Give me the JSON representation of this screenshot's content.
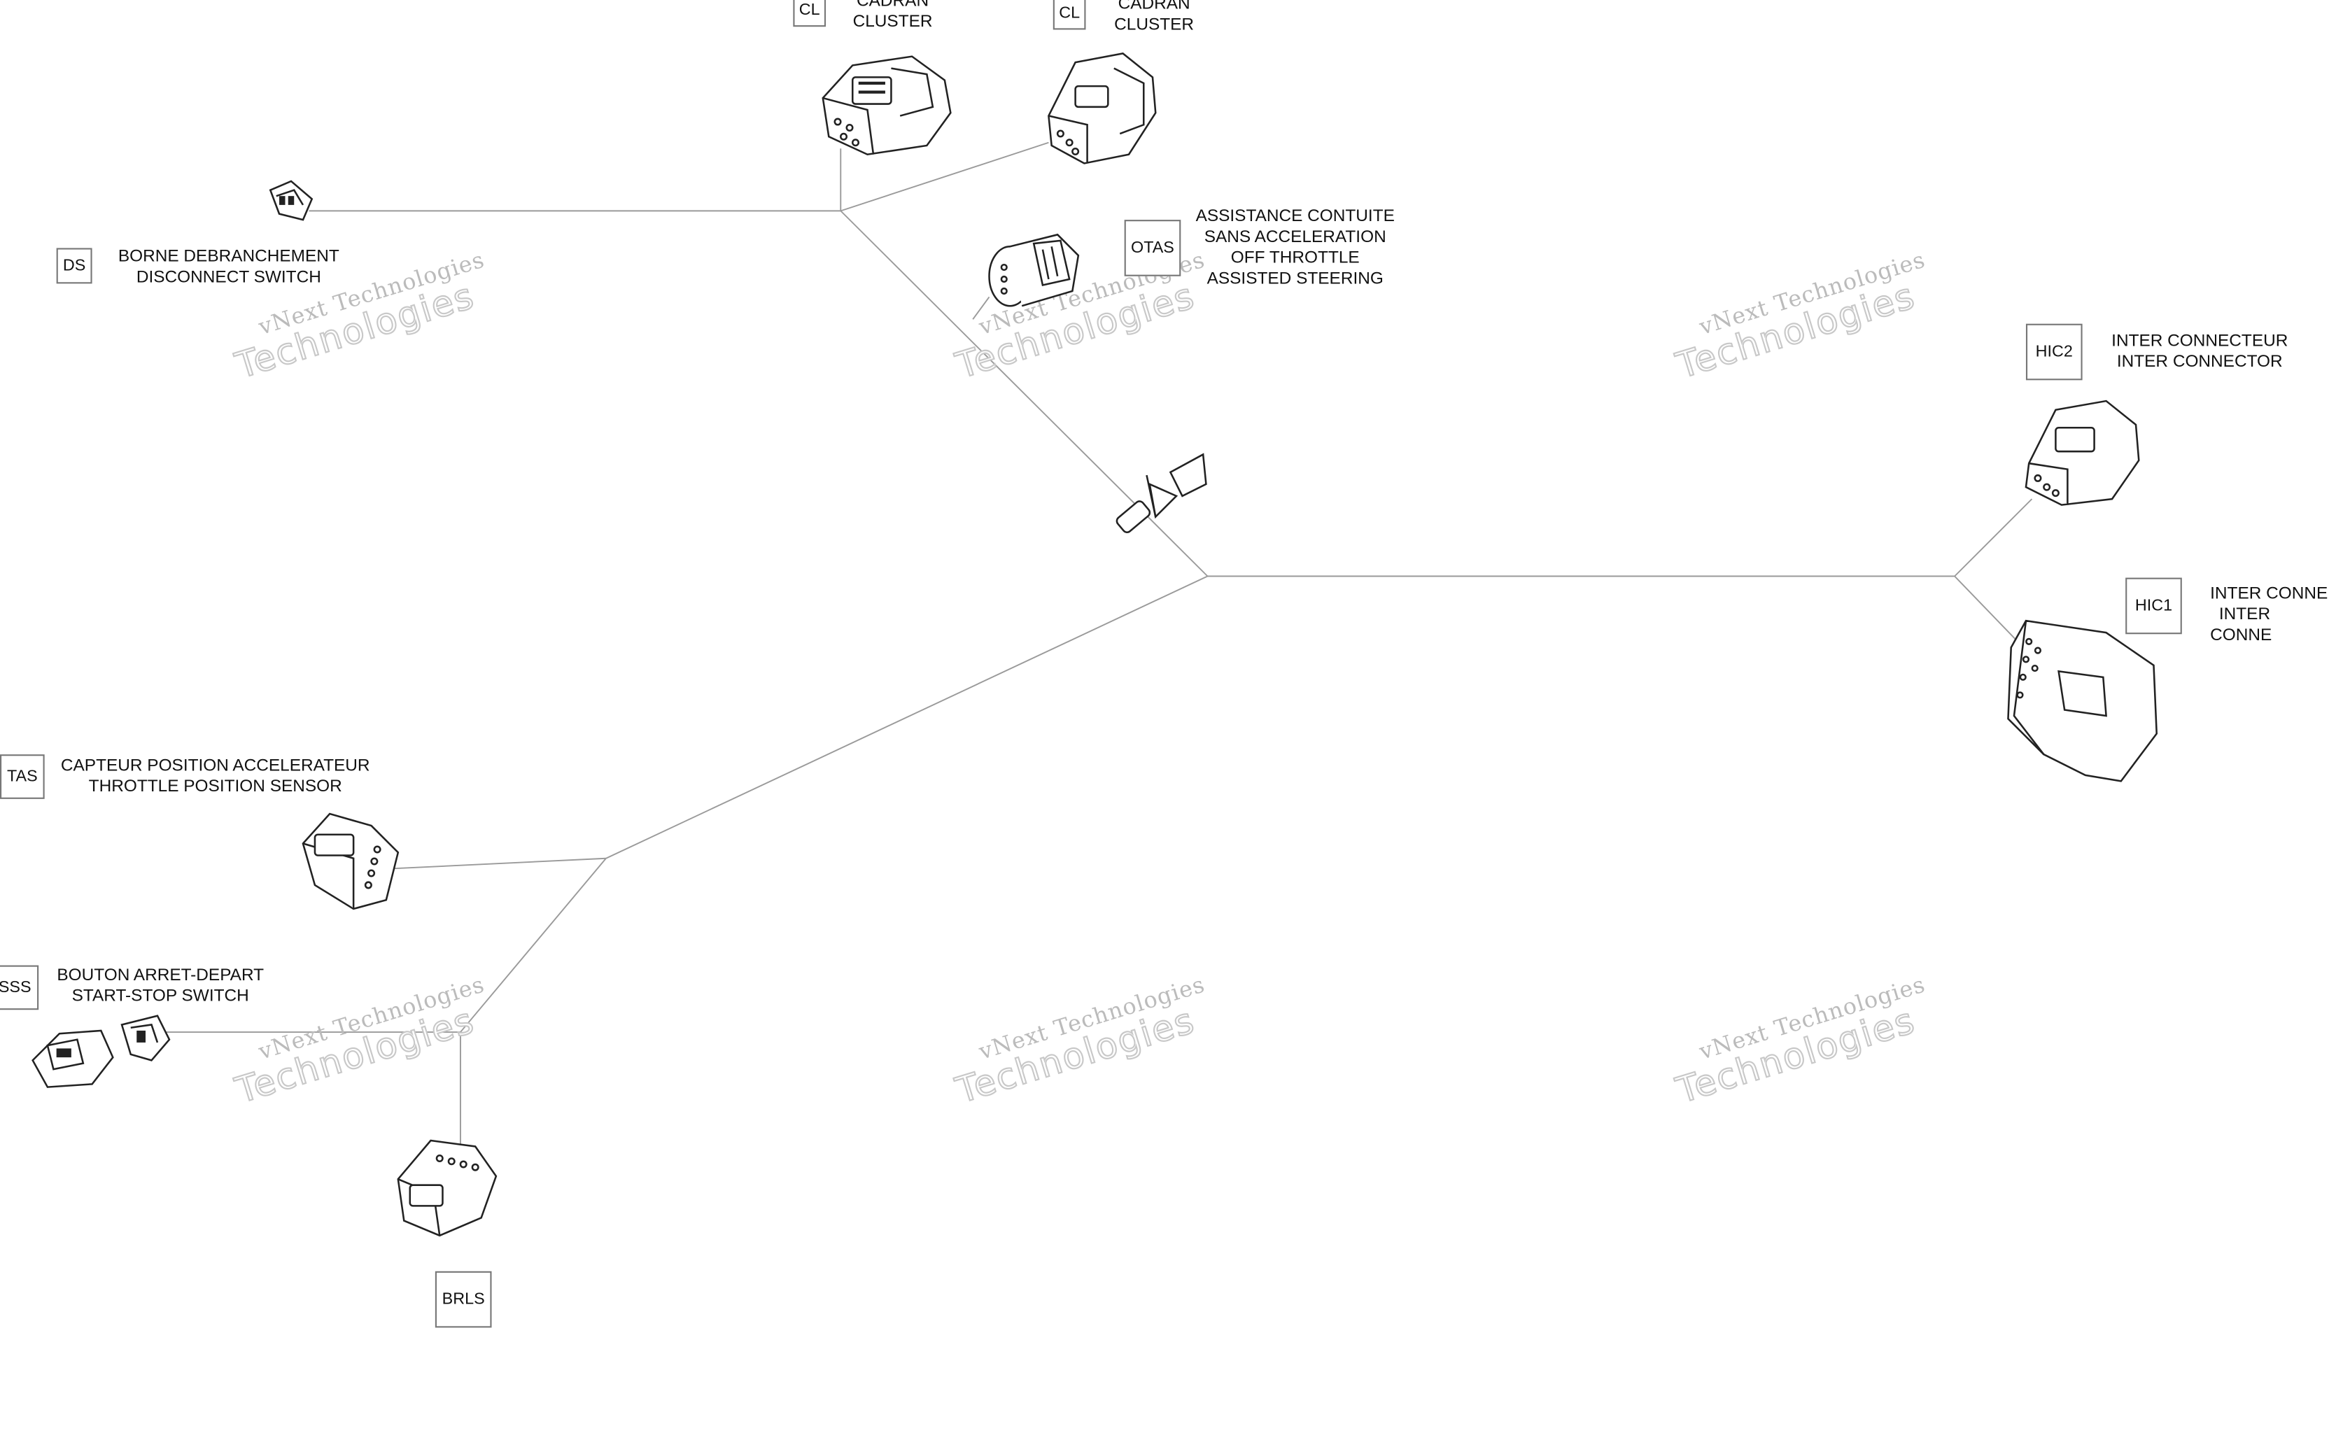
{
  "connectors": [
    {
      "code": "CL",
      "fr": "CADRAN",
      "en": "CLUSTER",
      "name": "connector-cl-left"
    },
    {
      "code": "CL",
      "fr": "CADRAN",
      "en": "CLUSTER",
      "name": "connector-cl-right"
    },
    {
      "code": "DS",
      "fr": "BORNE DEBRANCHEMENT",
      "en": "DISCONNECT SWITCH",
      "name": "connector-ds"
    },
    {
      "code": "OTAS",
      "fr": "ASSISTANCE CONTUITE\nSANS ACCELERATION",
      "en": "OFF THROTTLE\nASSISTED STEERING",
      "name": "connector-otas"
    },
    {
      "code": "HIC2",
      "fr": "INTER CONNECTEUR",
      "en": "INTER CONNECTOR",
      "name": "connector-hic2"
    },
    {
      "code": "HIC1",
      "fr": "INTER CONNE",
      "en": "INTER CONNE",
      "name": "connector-hic1"
    },
    {
      "code": "TAS",
      "fr": "CAPTEUR POSITION ACCELERATEUR",
      "en": "THROTTLE POSITION SENSOR",
      "name": "connector-tas"
    },
    {
      "code": "SSS",
      "fr": "BOUTON ARRET-DEPART",
      "en": "START-STOP SWITCH",
      "name": "connector-sss"
    },
    {
      "code": "BRLS",
      "fr": "",
      "en": "",
      "name": "connector-brls"
    }
  ],
  "watermark": {
    "line1": "vNext Technologies",
    "line2": "Technologies"
  }
}
